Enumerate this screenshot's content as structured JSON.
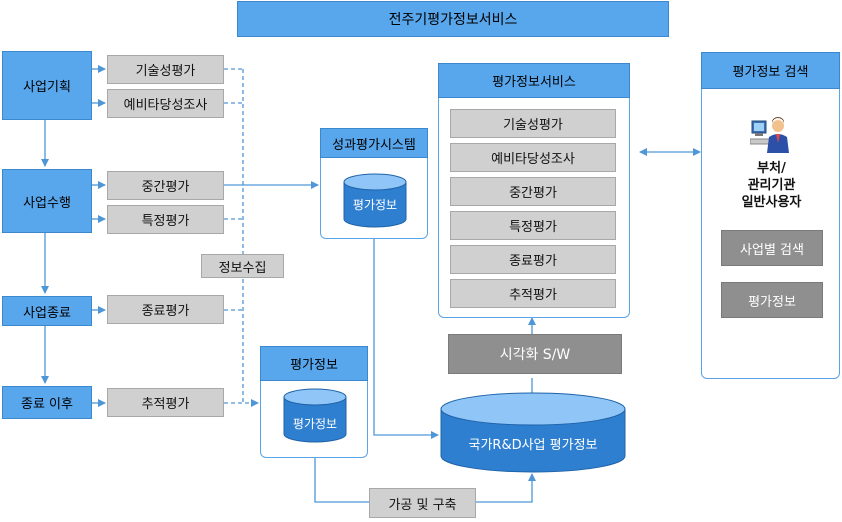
{
  "title": "전주기평가정보서비스",
  "stages": [
    {
      "label": "사업기획"
    },
    {
      "label": "사업수행"
    },
    {
      "label": "사업종료"
    },
    {
      "label": "종료 이후"
    }
  ],
  "evaluations": [
    {
      "label": "기술성평가"
    },
    {
      "label": "예비타당성조사"
    },
    {
      "label": "중간평가"
    },
    {
      "label": "특정평가"
    },
    {
      "label": "종료평가"
    },
    {
      "label": "추적평가"
    }
  ],
  "info_collect": "정보수집",
  "performance_system": {
    "title": "성과평가시스템",
    "db": "평가정보"
  },
  "eval_info_box": {
    "title": "평가정보",
    "db": "평가정보"
  },
  "service": {
    "title": "평가정보서비스",
    "items": [
      "기술성평가",
      "예비타당성조사",
      "중간평가",
      "특정평가",
      "종료평가",
      "추적평가"
    ]
  },
  "visualization": "시각화 S/W",
  "national_db": "국가R&D사업 평가정보",
  "processing": "가공 및 구축",
  "search": {
    "title": "평가정보 검색",
    "user_lines": [
      "부처/",
      "관리기관",
      "일반사용자"
    ],
    "buttons": [
      "사업별 검색",
      "평가정보"
    ]
  },
  "colors": {
    "blue": "#58a6ec",
    "gray": "#d0d0d0",
    "dark_gray": "#8f8f8f",
    "arrow": "#4f96d6"
  }
}
